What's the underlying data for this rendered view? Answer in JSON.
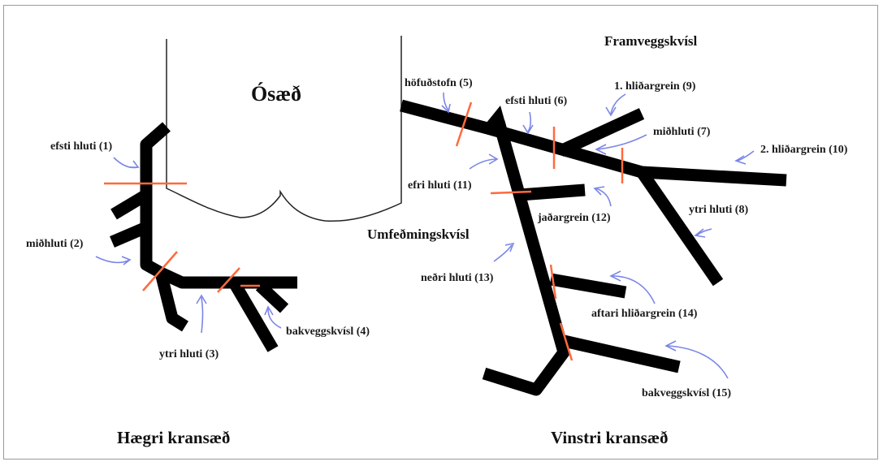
{
  "colors": {
    "vessel": "#000000",
    "cut_marks": "#ff6a3d",
    "arrows": "#7b86e6",
    "background": "#ffffff"
  },
  "aorta": {
    "label": "Ósæð"
  },
  "left_side": {
    "title": "Hægri kransæð",
    "labels": {
      "efsti_hluti": "efsti hluti (1)",
      "midhluti": "miðhluti (2)",
      "ytri_hluti": "ytri hluti (3)",
      "bakveggskvisl": "bakveggskvísl (4)"
    }
  },
  "right_side": {
    "title": "Vinstri kransæð",
    "sections": {
      "framveggskvisl": "Framveggskvísl",
      "umfedmingskvisl": "Umfeðmingskvísl"
    },
    "labels": {
      "hofudstofn": "höfuðstofn (5)",
      "efsti_hluti": "efsti hluti (6)",
      "midhluti": "miðhluti (7)",
      "ytri_hluti": "ytri hluti (8)",
      "hlidargrein_1": "1. hliðargrein (9)",
      "hlidargrein_2": "2. hliðargrein (10)",
      "efri_hluti": "efri hluti (11)",
      "jadargrein": "jaðargrein (12)",
      "nedri_hluti": "neðri hluti (13)",
      "aftari_hlidargrein": "aftari hliðargrein (14)",
      "bakveggskvisl": "bakveggskvísl (15)"
    }
  }
}
